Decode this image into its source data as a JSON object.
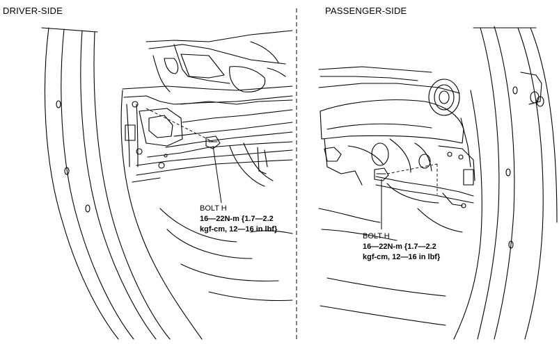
{
  "panels": {
    "left": {
      "title": "DRIVER-SIDE",
      "callout": {
        "line1": "BOLT H",
        "line2": "16—22N-m {1.7—2.2",
        "line3": "kgf-cm, 12—16 in lbf}"
      }
    },
    "right": {
      "title": "PASSENGER-SIDE",
      "callout": {
        "line1": "BOLT H",
        "line2": "16—22N-m {1.7—2.2",
        "line3": "kgf-cm, 12—16 in lbf}"
      }
    }
  }
}
